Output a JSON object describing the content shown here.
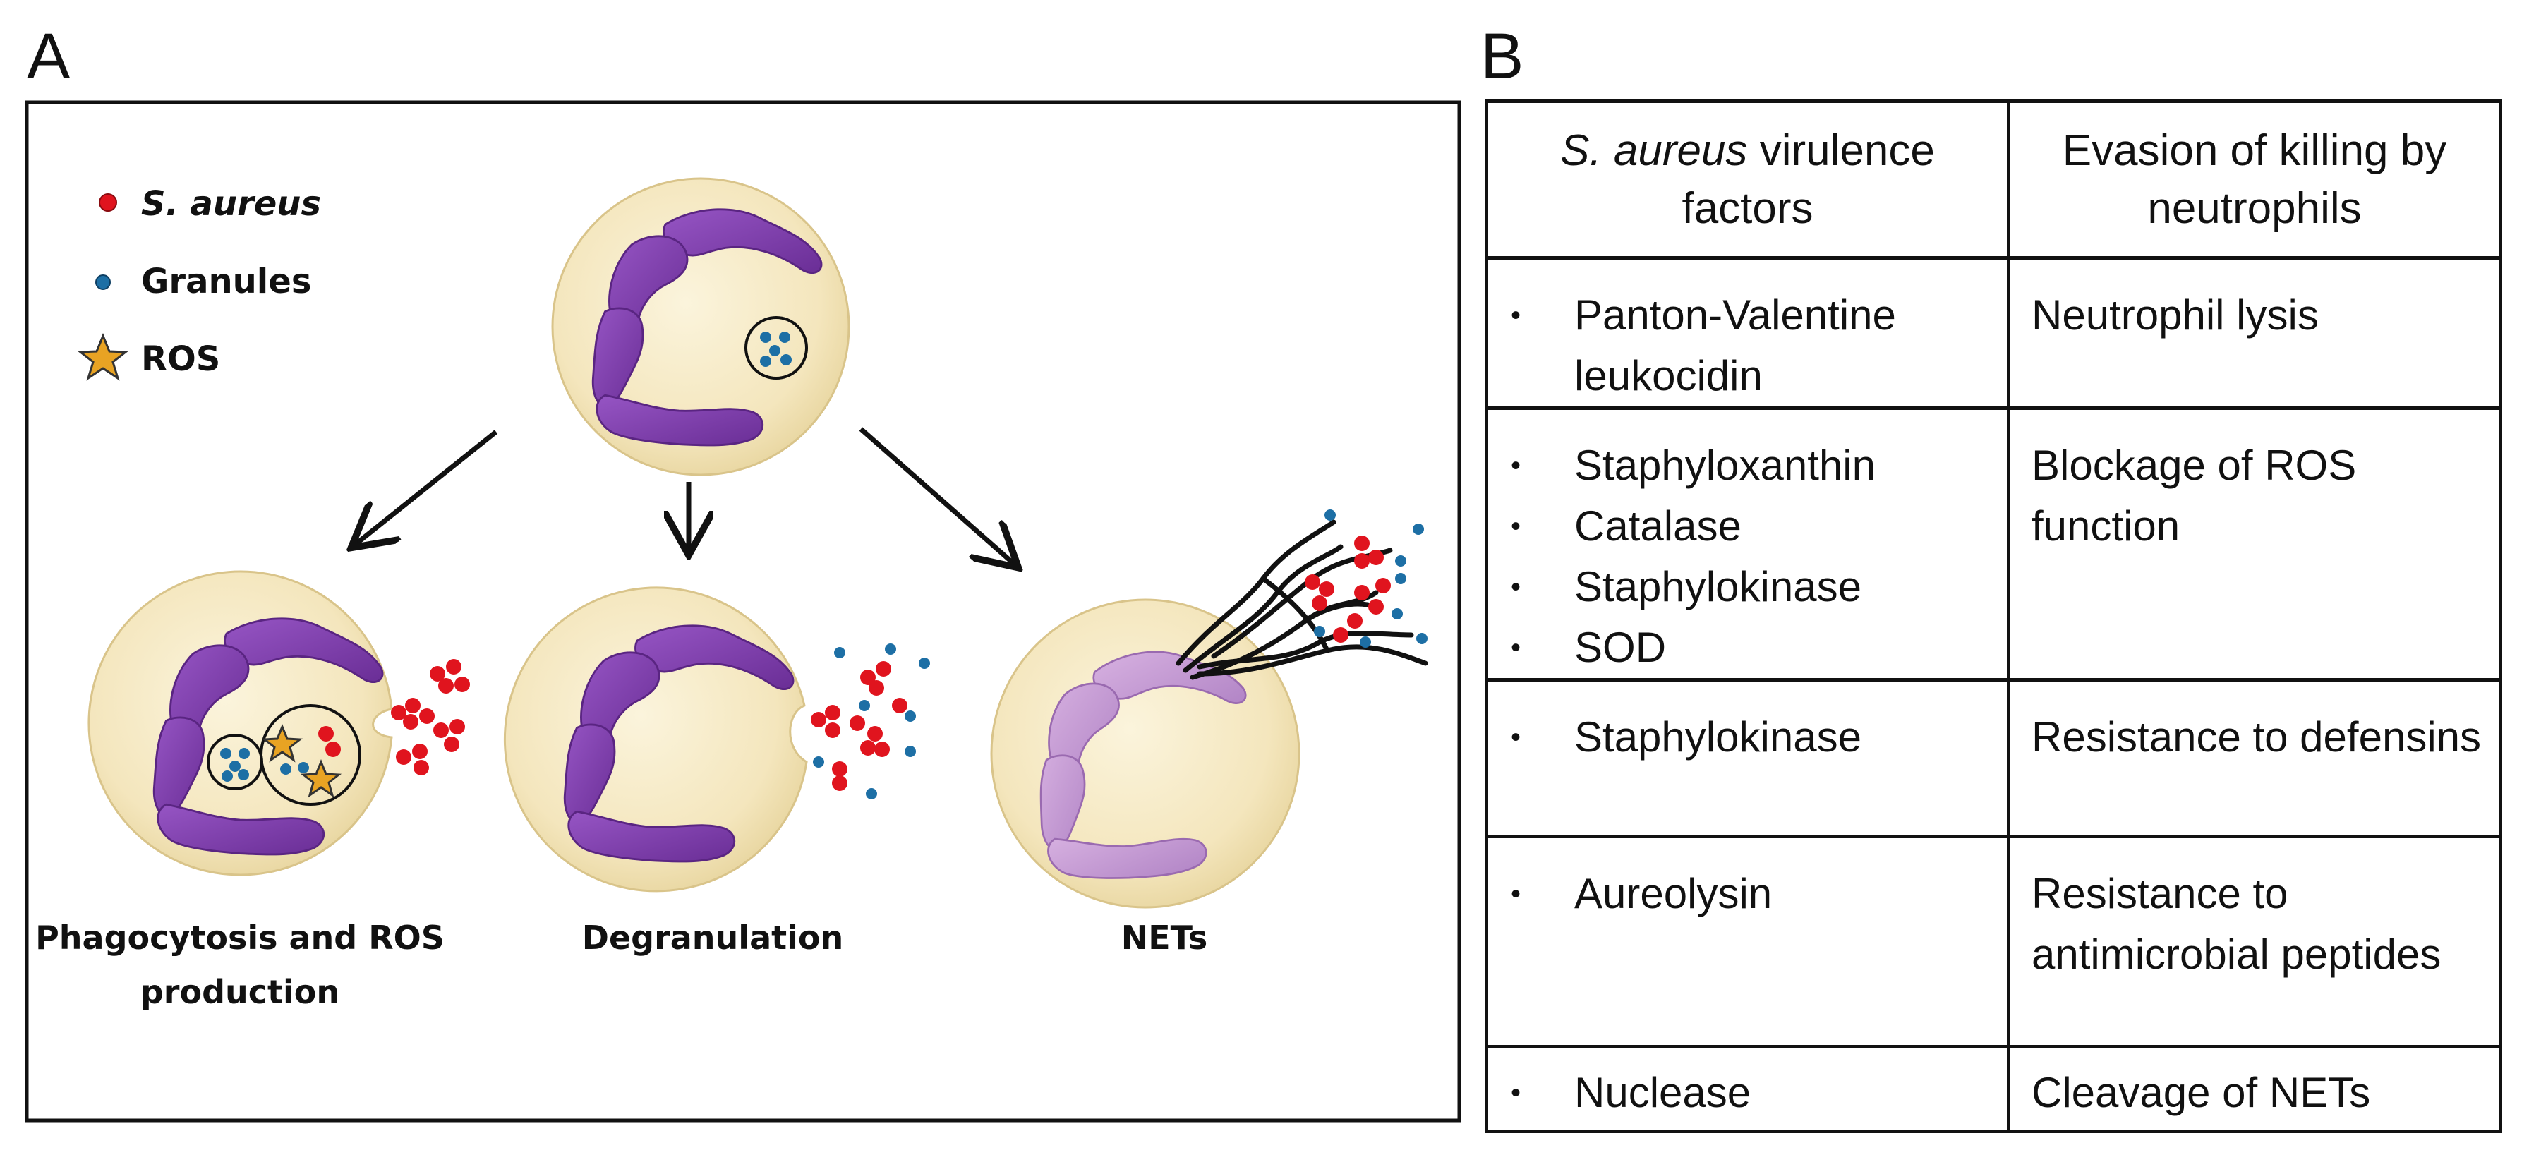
{
  "panel_a": {
    "label": "A",
    "legend": {
      "s_aureus": "S. aureus",
      "granules": "Granules",
      "ros": "ROS"
    },
    "captions": {
      "phagocytosis_line1": "Phagocytosis and ROS",
      "phagocytosis_line2": "production",
      "degranulation": "Degranulation",
      "nets": "NETs"
    },
    "colors": {
      "s_aureus": "#e0141e",
      "granules": "#1d6fa5",
      "ros": "#e8a323",
      "nucleus": "#7a3aa8",
      "nucleus_light": "#c79ad6",
      "cell": "#f6ebc6"
    }
  },
  "panel_b": {
    "label": "B",
    "header": {
      "col1_italic": "S. aureus",
      "col1_rest": " virulence factors",
      "col2": "Evasion of killing by neutrophils"
    },
    "rows": [
      {
        "factors": [
          "Panton-Valentine leukocidin"
        ],
        "evasion": "Neutrophil lysis"
      },
      {
        "factors": [
          "Staphyloxanthin",
          "Catalase",
          "Staphylokinase",
          "SOD"
        ],
        "evasion": "Blockage of ROS function"
      },
      {
        "factors": [
          "Staphylokinase"
        ],
        "evasion": "Resistance to defensins"
      },
      {
        "factors": [
          "Aureolysin"
        ],
        "evasion": "Resistance to antimicrobial peptides"
      },
      {
        "factors": [
          "Nuclease"
        ],
        "evasion": "Cleavage of NETs"
      }
    ]
  }
}
